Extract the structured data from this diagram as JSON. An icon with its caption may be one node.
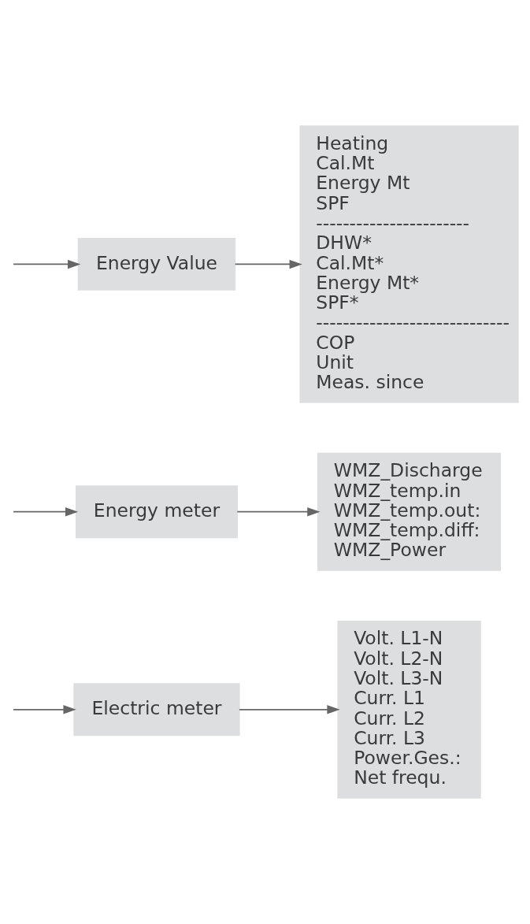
{
  "diagram": {
    "nodes": [
      {
        "text": [
          "Electric meter"
        ]
      },
      {
        "text": [
          "Volt. L1-N",
          "Volt. L2-N",
          "Volt. L3-N",
          "Curr. L1",
          "Curr. L2",
          "Curr. L3",
          "Power.Ges.:",
          "Net frequ."
        ]
      },
      {
        "text": [
          "Energy meter"
        ]
      },
      {
        "text": [
          "WMZ_Discharge",
          "WMZ_temp.in",
          "WMZ_temp.out:",
          "WMZ_temp.diff:",
          "WMZ_Power"
        ]
      },
      {
        "text": [
          "Energy Value"
        ]
      },
      {
        "text": [
          "Heating",
          "Cal.Mt",
          "Energy Mt",
          "SPF",
          "-----------------------",
          "DHW*",
          "Cal.Mt*",
          "Energy Mt*",
          "SPF*",
          "-----------------------------",
          "COP",
          "Unit",
          "Meas. since"
        ]
      }
    ],
    "edges": [
      {
        "from": null,
        "to": 0,
        "arrow": "to"
      },
      {
        "from": 0,
        "to": 1,
        "arrow": "to"
      },
      {
        "from": null,
        "to": 2,
        "arrow": "to"
      },
      {
        "from": 2,
        "to": 3,
        "arrow": "to"
      },
      {
        "from": null,
        "to": 4,
        "arrow": "to"
      },
      {
        "from": 4,
        "to": 5,
        "arrow": "to"
      }
    ]
  }
}
